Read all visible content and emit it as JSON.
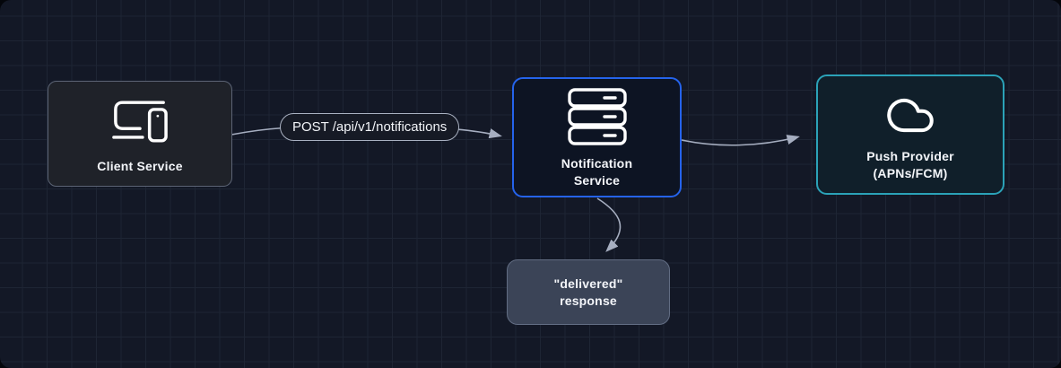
{
  "diagram": {
    "nodes": {
      "client_service": {
        "label": "Client Service",
        "icon": "devices-icon"
      },
      "notification_service": {
        "label": "Notification\nService",
        "icon": "server-stack-icon"
      },
      "push_provider": {
        "label": "Push Provider\n(APNs/FCM)",
        "icon": "cloud-icon"
      },
      "delivered_response": {
        "label": "\"delivered\"\nresponse"
      }
    },
    "edges": [
      {
        "from": "client_service",
        "to": "notification_service",
        "label": "POST /api/v1/notifications"
      },
      {
        "from": "notification_service",
        "to": "push_provider",
        "label": ""
      },
      {
        "from": "notification_service",
        "to": "delivered_response",
        "label": ""
      }
    ],
    "colors": {
      "background": "#131826",
      "grid_line": "#1e2534",
      "arrow": "#a6aec0",
      "text": "#f3f5f9",
      "client_border": "#5c6475",
      "client_fill": "#1f2229",
      "notification_border": "#2563eb",
      "notification_fill": "#0d1423",
      "push_border": "#2ba2b8",
      "push_fill": "#101f2a",
      "delivered_border": "#626d83",
      "delivered_fill": "#3b4457"
    }
  }
}
